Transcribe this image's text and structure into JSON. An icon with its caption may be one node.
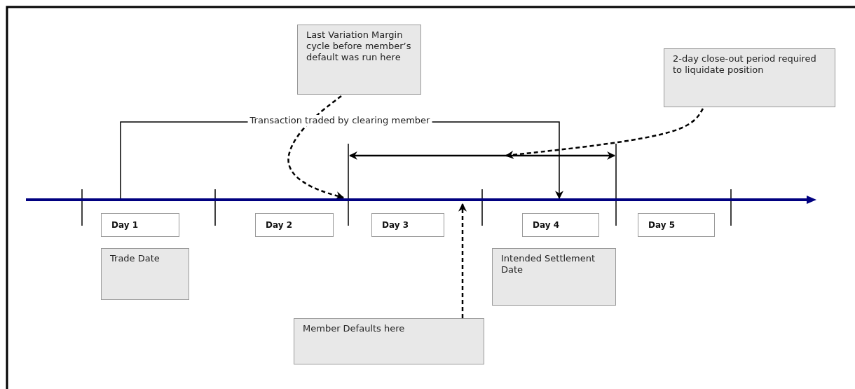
{
  "diagram": {
    "nodes": [
      {
        "text": [
          "Last Variation Margin cycle before member’s default was run here"
        ]
      },
      {
        "text": [
          "2-day close-out period required to liquidate position"
        ]
      },
      {
        "text": [
          "Day 1"
        ]
      },
      {
        "text": [
          "Day 2"
        ]
      },
      {
        "text": [
          "Day 3"
        ]
      },
      {
        "text": [
          "Day 4"
        ]
      },
      {
        "text": [
          "Day 5"
        ]
      },
      {
        "text": [
          "Trade Date"
        ]
      },
      {
        "text": [
          "Intended Settlement Date"
        ]
      },
      {
        "text": [
          "Member Defaults here"
        ]
      },
      {
        "text": [],
        "shape": "bar"
      }
    ],
    "edges": [
      {
        "from": 0,
        "to": 10,
        "arrow": "to",
        "style": "dashed"
      },
      {
        "from": 1,
        "to": null,
        "arrow": "to",
        "style": "dashed"
      },
      {
        "from": 9,
        "to": 10,
        "arrow": "to",
        "style": "dashed"
      },
      {
        "from": null,
        "to": 10,
        "arrow": "to",
        "label": "Transaction traded by clearing member"
      }
    ]
  }
}
